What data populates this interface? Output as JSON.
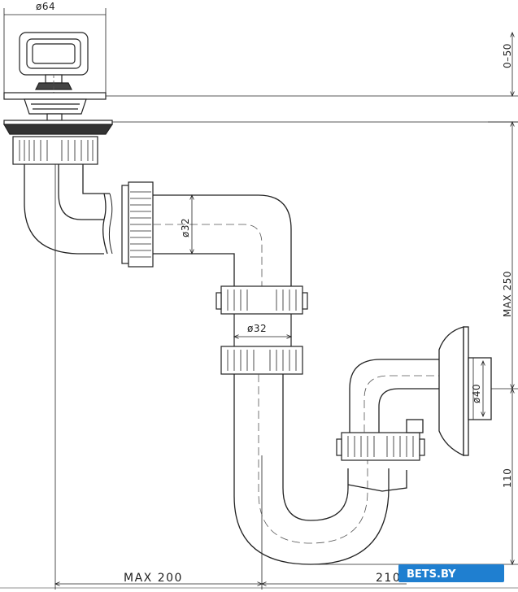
{
  "dimensions": {
    "strainer_diameter": "ø64",
    "stopper_height": "0–50",
    "total_height": "MAX 250",
    "outlet_height": "110",
    "pipe_diameter_upper": "ø32",
    "pipe_diameter_lower": "ø32",
    "outlet_diameter": "ø40",
    "horizontal_max": "MAX 200",
    "horizontal_outlet": "210"
  },
  "watermark": {
    "text": "BETS.BY",
    "color": "#1f7fd0"
  },
  "colors": {
    "line": "#222222",
    "dash": "#555555"
  }
}
